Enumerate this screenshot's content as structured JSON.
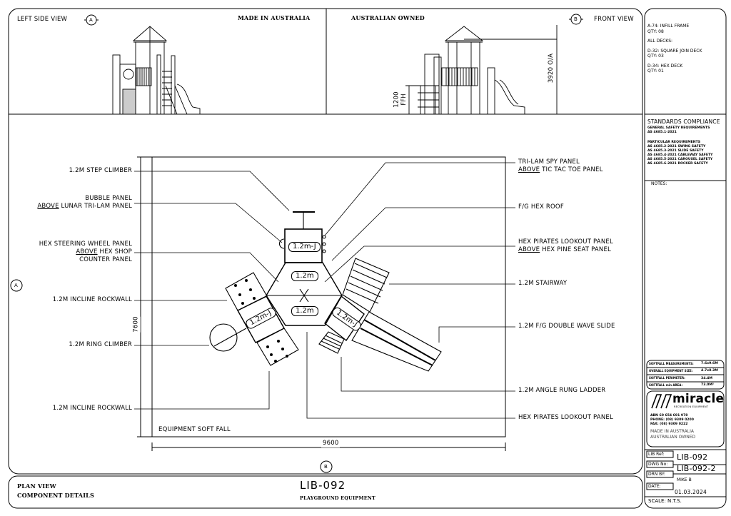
{
  "elevations": {
    "left_title": "LEFT SIDE VIEW",
    "left_marker": "A",
    "made_in": "MADE IN AUSTRALIA",
    "owned": "AUSTRALIAN OWNED",
    "front_title": "FRONT VIEW",
    "front_marker": "B",
    "height_dim": "3920 O/A",
    "ffh_dim": "1200",
    "ffh_label": "FFH"
  },
  "plan": {
    "left_labels": [
      {
        "line1": "1.2M STEP CLIMBER"
      },
      {
        "line1": "BUBBLE PANEL",
        "line2_u": "ABOVE",
        "line2": " LUNAR TRI-LAM PANEL"
      },
      {
        "line1": "HEX STEERING WHEEL PANEL",
        "line2_u": "ABOVE",
        "line2": " HEX SHOP",
        "line3": "COUNTER PANEL"
      },
      {
        "line1": "1.2M INCLINE ROCKWALL"
      },
      {
        "line1": "1.2M RING CLIMBER"
      },
      {
        "line1": "1.2M INCLINE ROCKWALL"
      }
    ],
    "right_labels": [
      {
        "line1": "TRI-LAM SPY PANEL",
        "line2_u": "ABOVE",
        "line2": " TIC TAC TOE PANEL"
      },
      {
        "line1": "F/G HEX ROOF"
      },
      {
        "line1": "HEX PIRATES LOOKOUT PANEL",
        "line2_u": "ABOVE",
        "line2": " HEX PINE SEAT PANEL"
      },
      {
        "line1": "1.2M STAIRWAY"
      },
      {
        "line1": "1.2M F/G DOUBLE WAVE SLIDE"
      },
      {
        "line1": "1.2M ANGLE RUNG LADDER"
      },
      {
        "line1": "HEX PIRATES LOOKOUT PANEL"
      }
    ],
    "decks": [
      "1.2m-J",
      "1.2m",
      "1.2m",
      "1.2m-J",
      "1.2m-J"
    ],
    "softfall_label": "EQUIPMENT SOFT FALL",
    "width_dim": "9600",
    "depth_dim": "7600",
    "marker_a": "A",
    "marker_b": "B"
  },
  "sidebar": {
    "components": [
      {
        "name": "A-74: INFILL FRAME",
        "qty": "QTY: 08"
      },
      {
        "name": "ALL DECKS:"
      },
      {
        "name": "D-32: SQUARE JOIN DECK",
        "qty": "QTY: 03"
      },
      {
        "name": "D-34: HEX DECK",
        "qty": "QTY: 01"
      }
    ],
    "standards_title": "STANDARDS COMPLIANCE",
    "general": "GENERAL SAFETY REQUIREMENTS",
    "general_std": "AS 4685.1-2021",
    "particular": "PARTICULAR REQUIREMENTS",
    "particular_list": [
      "AS 4685.2-2021 SWING SAFETY",
      "AS 4685.3-2021 SLIDE SAFETY",
      "AS 4685.4-2021 CABLEWAY SAFETY",
      "AS 4685.5-2021 CAROUSEL SAFETY",
      "AS 4685.6-2021 ROCKER SAFETY"
    ],
    "notes": "NOTES:",
    "softfall": [
      {
        "label": "SOFTFALL MEASUREMENTS:",
        "value": "7.6x9.6M"
      },
      {
        "label": "OVERALL EQUIPMENT SIZE:",
        "value": "4.7x8.3M"
      },
      {
        "label": "SOFTFALL PERIMETER:",
        "value": "34.4M"
      },
      {
        "label": "SOFTFALL min AREA:",
        "value": "73.0M²"
      }
    ],
    "logo_text": "miracle",
    "logo_sub": "RECREATION EQUIPMENT",
    "abn": "ABN  60 654 691 978",
    "phone": "PHONE: (08) 9309 0200",
    "fax": "FAX:     (08) 9309 0222",
    "made": "MADE IN AUSTRALIA",
    "owned": "AUSTRALIAN OWNED",
    "lib_ref_label": "LIB Ref:",
    "lib_ref": "LIB-092",
    "dwg_label": "DWG No:",
    "dwg": "LIB-092-2",
    "drn_label": "DRN BY:",
    "drn": "MIKE B",
    "date_label": "DATE:",
    "date": "01.03.2024",
    "scale": "SCALE: N.T.S."
  },
  "titleblock": {
    "view": "PLAN VIEW",
    "details": "COMPONENT DETAILS",
    "code": "LIB-092",
    "desc": "PLAYGROUND EQUIPMENT"
  }
}
